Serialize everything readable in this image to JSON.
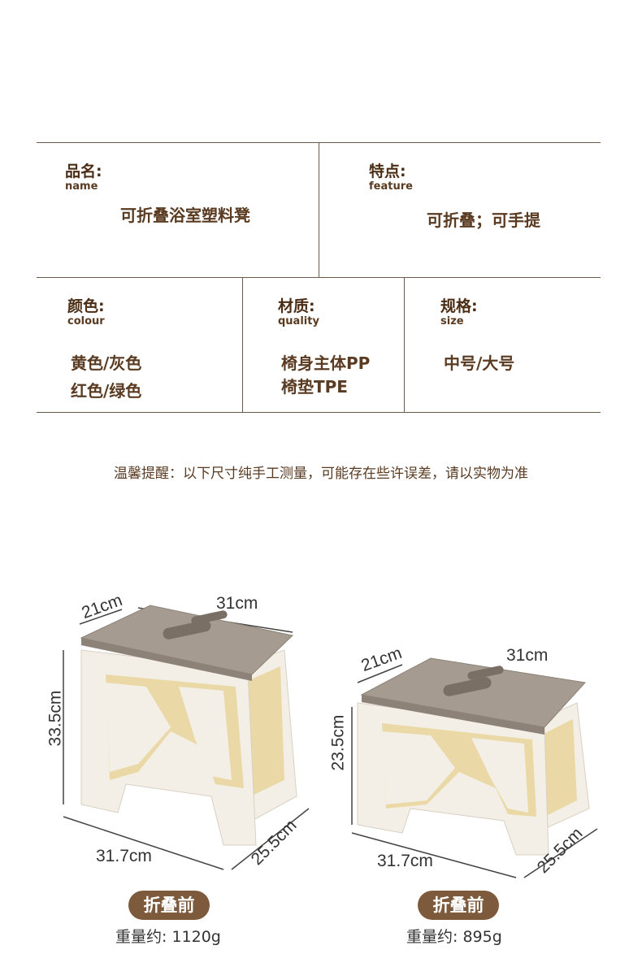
{
  "specs": {
    "name_label": "品名:",
    "name_label_en": "name",
    "name_value": "可折叠浴室塑料凳",
    "feature_label": "特点:",
    "feature_label_en": "feature",
    "feature_value": "可折叠；可手提",
    "colour_label": "颜色:",
    "colour_label_en": "colour",
    "colour_value_1": "黄色/灰色",
    "colour_value_2": "红色/绿色",
    "quality_label": "材质:",
    "quality_label_en": "quality",
    "quality_value_1": "椅身主体PP",
    "quality_value_2": "椅垫TPE",
    "size_label": "规格:",
    "size_label_en": "size",
    "size_value": "中号/大号"
  },
  "notice": "温馨提醒：以下尺寸纯手工测量，可能存在些许误差，请以实物为准",
  "large_stool": {
    "depth": "21cm",
    "width": "31cm",
    "height": "33.5cm",
    "base_width": "31.7cm",
    "base_depth": "25.5cm",
    "badge": "折叠前",
    "weight": "重量约: 1120g"
  },
  "medium_stool": {
    "depth": "21cm",
    "width": "31cm",
    "height": "23.5cm",
    "base_width": "31.7cm",
    "base_depth": "25.5cm",
    "badge": "折叠前",
    "weight": "重量约: 895g"
  },
  "colors": {
    "brown": "#5a3b22",
    "badge": "#7d5a3c",
    "seat": "#a69b90",
    "body": "#f3efe6",
    "inner": "#ead9a6"
  }
}
